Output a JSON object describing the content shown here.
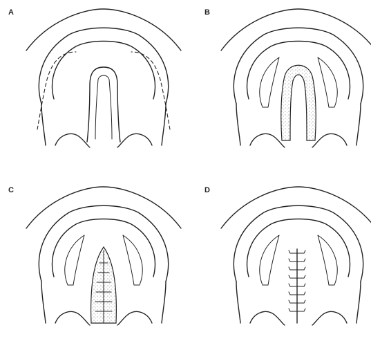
{
  "figure": {
    "panels": [
      {
        "id": "A",
        "label": "A"
      },
      {
        "id": "B",
        "label": "B"
      },
      {
        "id": "C",
        "label": "C"
      },
      {
        "id": "D",
        "label": "D"
      }
    ],
    "colors": {
      "ink": "#222222",
      "paper": "#ffffff",
      "stipple": "#8a8a8a"
    }
  }
}
